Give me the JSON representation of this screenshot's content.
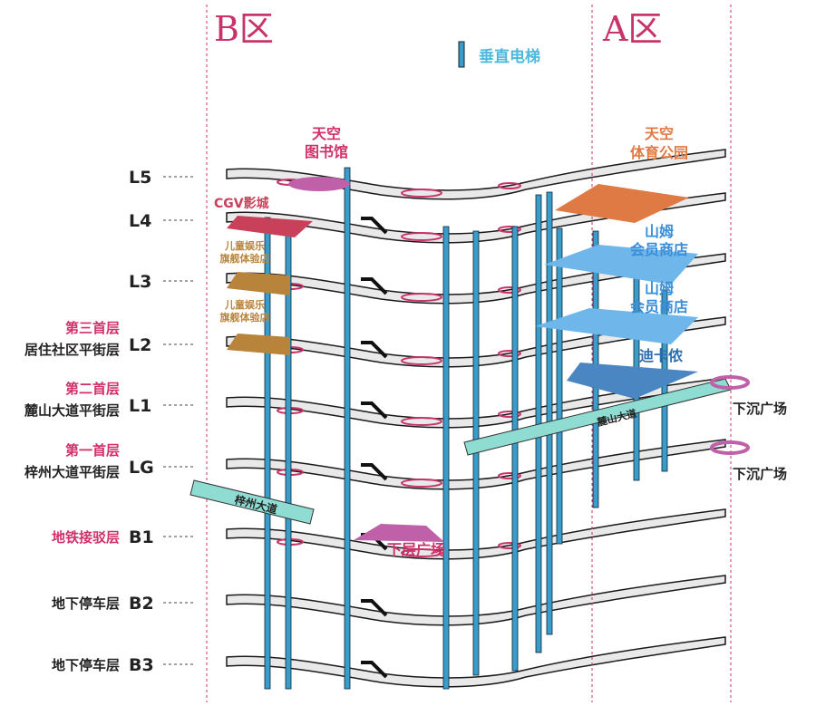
{
  "zones": {
    "b": "B区",
    "a": "A区"
  },
  "legend": {
    "elevator": "垂直电梯",
    "elevator_color": "#3a9cc8"
  },
  "floors": [
    {
      "code": "L5",
      "sub1": "",
      "sub2": ""
    },
    {
      "code": "L4",
      "sub1": "",
      "sub2": ""
    },
    {
      "code": "L3",
      "sub1": "",
      "sub2": ""
    },
    {
      "code": "L2",
      "sub1": "第三首层",
      "sub2": "居住社区平街层"
    },
    {
      "code": "L1",
      "sub1": "第二首层",
      "sub2": "麓山大道平街层"
    },
    {
      "code": "LG",
      "sub1": "第一首层",
      "sub2": "梓州大道平街层"
    },
    {
      "code": "B1",
      "sub1": "地铁接驳层",
      "sub2": ""
    },
    {
      "code": "B2",
      "sub1": "",
      "sub2": "地下停车层"
    },
    {
      "code": "B3",
      "sub1": "",
      "sub2": "地下停车层"
    }
  ],
  "areas": {
    "sky_library": [
      "天空",
      "图书馆"
    ],
    "sky_park": [
      "天空",
      "体育公园"
    ],
    "cgv": "CGV影城",
    "kids1": [
      "儿童娱乐",
      "旗舰体验店"
    ],
    "kids2": [
      "儿童娱乐",
      "旗舰体验店"
    ],
    "sams1": [
      "山姆",
      "会员商店"
    ],
    "sams2": [
      "山姆",
      "会员商店"
    ],
    "decathlon": "迪卡侬",
    "sunken1": "下沉广场",
    "sunken2": "下沉广场",
    "lower_plaza": "下层广场",
    "lushan_road": "麓山大道",
    "zizhou_road": "梓州大道"
  },
  "colors": {
    "zone_line": "#c8336a",
    "accent_pink": "#d0306a",
    "orange": "#e07a45",
    "light_blue": "#6fb6ea",
    "dark_blue": "#4a86c2",
    "brown": "#b8843c",
    "cgv_red": "#c8405a",
    "magenta": "#c060a8",
    "road": "#8fdcd2"
  }
}
